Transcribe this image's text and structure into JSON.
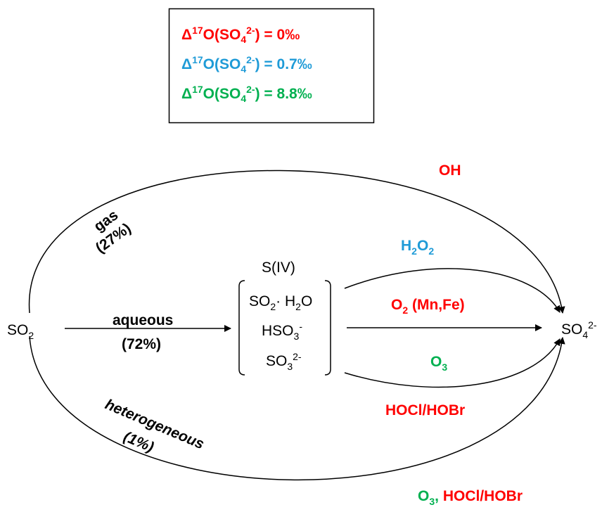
{
  "colors": {
    "red": "#ff0000",
    "blue": "#1f9bd7",
    "green": "#00b050",
    "black": "#000000"
  },
  "legend": {
    "entries": [
      {
        "delta": "Δ",
        "mass": "17",
        "o": "O(SO",
        "sub": "4",
        "sup": "2-",
        "tail": ") = 0‰",
        "color_key": "red"
      },
      {
        "delta": "Δ",
        "mass": "17",
        "o": "O(SO",
        "sub": "4",
        "sup": "2-",
        "tail": ") = 0.7‰",
        "color_key": "blue"
      },
      {
        "delta": "Δ",
        "mass": "17",
        "o": "O(SO",
        "sub": "4",
        "sup": "2-",
        "tail": ") = 8.8‰",
        "color_key": "green"
      }
    ]
  },
  "nodes": {
    "so2": {
      "base": "SO",
      "sub": "2"
    },
    "so4": {
      "base": "SO",
      "sub": "4",
      "sup": "2-"
    },
    "siv": {
      "title": "S(IV)",
      "species": [
        {
          "base": "SO",
          "sub": "2",
          "rest": "· H",
          "sub2": "2",
          "end": "O"
        },
        {
          "base": "HSO",
          "sub": "3",
          "sup": "-"
        },
        {
          "base": "SO",
          "sub": "3",
          "sup": "2-"
        }
      ]
    }
  },
  "routes": {
    "gas": {
      "name": "gas",
      "pct": "(27%)"
    },
    "aqueous": {
      "name": "aqueous",
      "pct": "(72%)"
    },
    "heterogeneous": {
      "name": "heterogeneous",
      "pct": "(1%)"
    }
  },
  "oxidants": {
    "oh": {
      "text": "OH",
      "color_key": "red"
    },
    "h2o2": {
      "a": "H",
      "s1": "2",
      "b": "O",
      "s2": "2",
      "color_key": "blue"
    },
    "o2": {
      "a": "O",
      "s1": "2",
      "b": " (Mn,Fe)",
      "color_key": "red"
    },
    "o3": {
      "a": "O",
      "s1": "3",
      "color_key": "green"
    },
    "hoclhobr": {
      "text": "HOCl/HOBr",
      "color_key": "red"
    },
    "het_o3": {
      "a": "O",
      "s1": "3",
      "b": ",",
      "color_key": "green"
    },
    "het_hocl": {
      "text": " HOCl/HOBr",
      "color_key": "red"
    }
  }
}
